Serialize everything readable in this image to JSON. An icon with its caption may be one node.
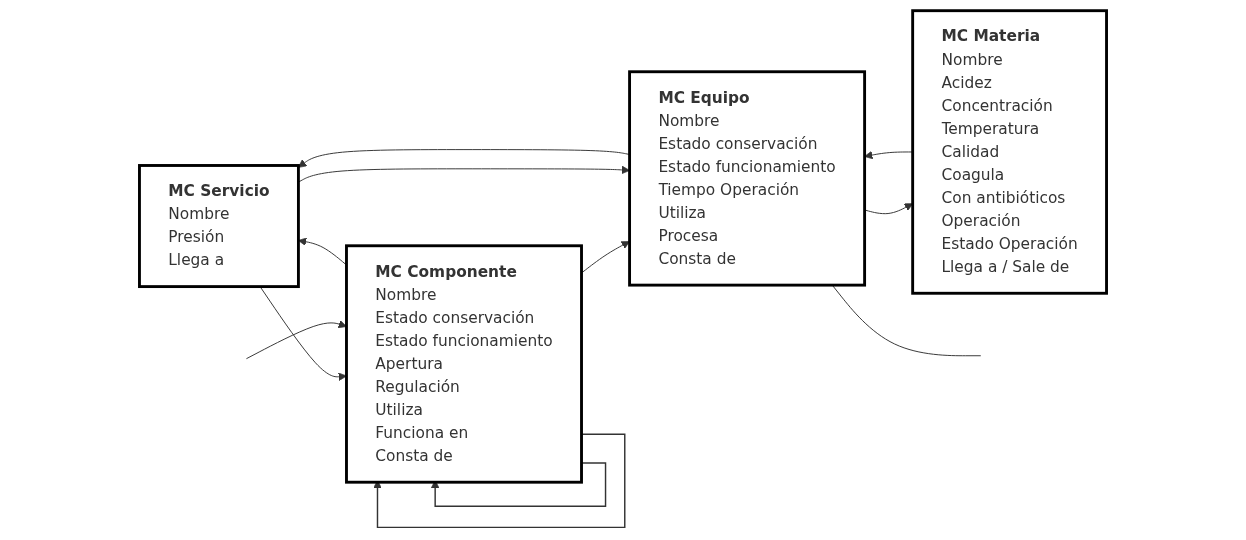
{
  "diagram": {
    "nodes": [
      {
        "text": [
          "MC Servicio",
          "Nombre",
          "Presión",
          "Llega a"
        ]
      },
      {
        "text": [
          "MC Componente",
          "Nombre",
          "Estado conservación",
          "Estado funcionamiento",
          "Apertura",
          "Regulación",
          "Utiliza",
          "Funciona en",
          "Consta de"
        ]
      },
      {
        "text": [
          "MC Materia",
          "Nombre",
          "Acidez",
          "Concentración",
          "Temperatura",
          "Calidad",
          "Coagula",
          "Con antibióticos",
          "Operación",
          "Estado Operación",
          "Llega a / Sale de"
        ]
      },
      {
        "text": [
          "MC Equipo",
          "Nombre",
          "Estado conservación",
          "Estado funcionamiento",
          "Tiempo Operación",
          "Utiliza",
          "Procesa",
          "Consta de"
        ]
      }
    ],
    "edges": [
      {
        "from": 1,
        "to": 0,
        "arrow": "to"
      },
      {
        "from": 1,
        "to": 3,
        "arrow": "to"
      },
      {
        "from": 1,
        "to": 1,
        "arrow": "to"
      },
      {
        "from": 1,
        "to": 1,
        "arrow": "to"
      },
      {
        "from": 0,
        "to": 3,
        "arrow": "to"
      },
      {
        "from": 0,
        "to": 1,
        "arrow": "to"
      },
      {
        "from": 3,
        "to": 0,
        "arrow": "to"
      },
      {
        "from": 3,
        "to": 2,
        "arrow": "to"
      },
      {
        "from": 3,
        "to": null,
        "arrow": "none"
      },
      {
        "from": 2,
        "to": 3,
        "arrow": "to"
      },
      {
        "from": null,
        "to": 1,
        "arrow": "to"
      }
    ]
  }
}
